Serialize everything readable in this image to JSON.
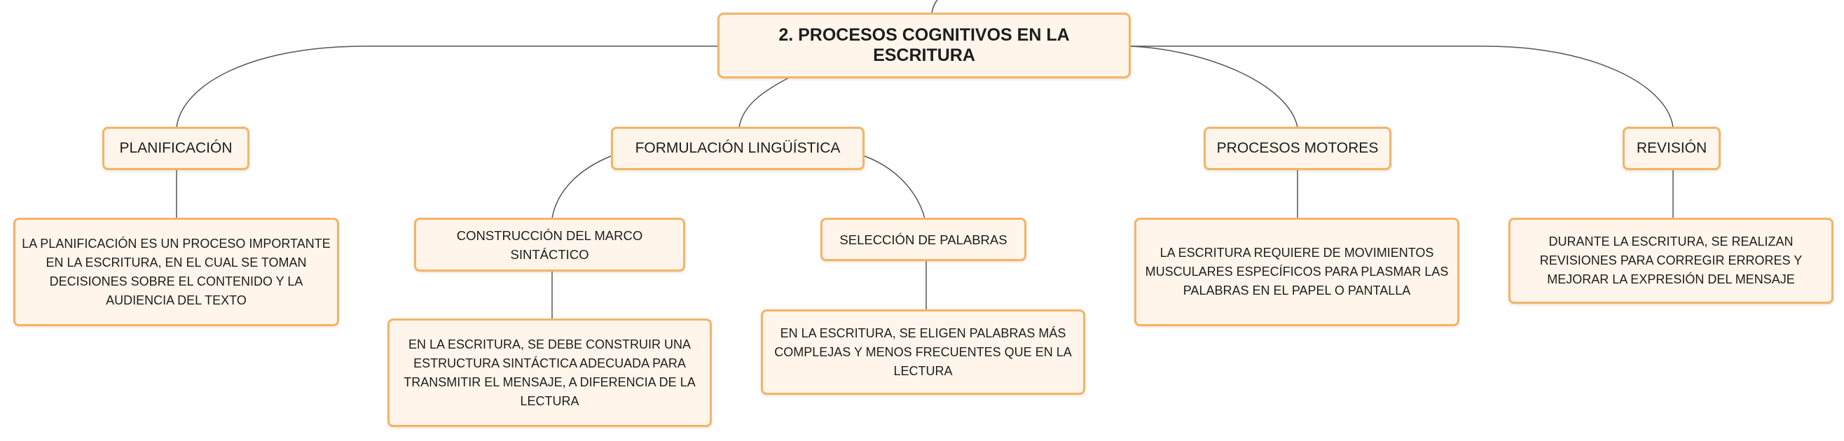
{
  "mindmap": {
    "root": "2. PROCESOS COGNITIVOS EN LA ESCRITURA",
    "branches": {
      "planificacion": {
        "label": "PLANIFICACIÓN",
        "detail": "LA PLANIFICACIÓN ES UN PROCESO IMPORTANTE EN LA ESCRITURA, EN EL CUAL SE TOMAN DECISIONES SOBRE EL CONTENIDO Y LA AUDIENCIA DEL TEXTO"
      },
      "formulacion": {
        "label": "FORMULACIÓN LINGÜÍSTICA",
        "children": {
          "marco": {
            "label": "CONSTRUCCIÓN DEL MARCO SINTÁCTICO",
            "detail": "EN LA ESCRITURA, SE DEBE CONSTRUIR UNA ESTRUCTURA SINTÁCTICA ADECUADA PARA TRANSMITIR EL MENSAJE, A DIFERENCIA DE LA LECTURA"
          },
          "palabras": {
            "label": "SELECCIÓN DE PALABRAS",
            "detail": "EN LA ESCRITURA, SE ELIGEN PALABRAS MÁS COMPLEJAS Y MENOS FRECUENTES QUE EN LA LECTURA"
          }
        }
      },
      "motores": {
        "label": "PROCESOS MOTORES",
        "detail": "LA ESCRITURA REQUIERE DE MOVIMIENTOS MUSCULARES ESPECÍFICOS PARA PLASMAR LAS PALABRAS EN EL PAPEL O PANTALLA"
      },
      "revision": {
        "label": "REVISIÓN",
        "detail": "DURANTE LA ESCRITURA, SE REALIZAN REVISIONES PARA CORREGIR ERRORES Y MEJORAR LA EXPRESIÓN DEL MENSAJE"
      }
    },
    "colors": {
      "node_fill": "#fff5ea",
      "node_border": "#f3b469",
      "connector": "#555555",
      "text": "#1d1d1d"
    }
  }
}
